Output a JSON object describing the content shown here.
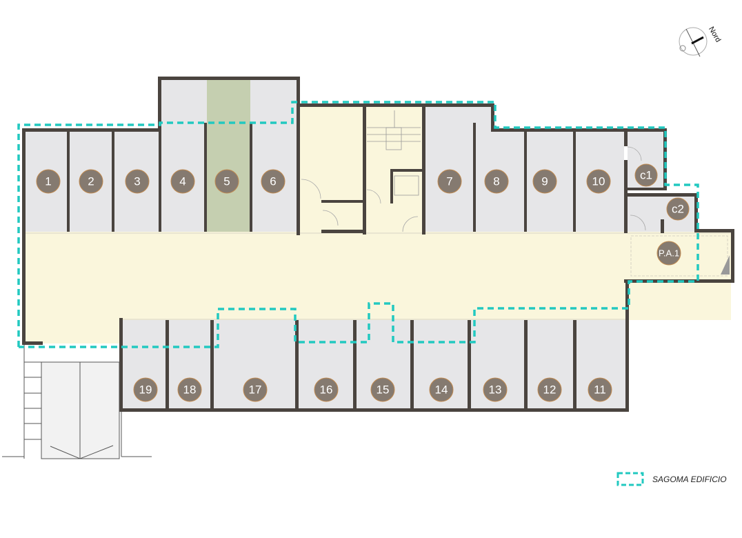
{
  "compass": {
    "label": "Nord"
  },
  "legend": {
    "outline_label": "SAGOMA EDIFICIO"
  },
  "colors": {
    "wall": "#4a443f",
    "box": "#e6e6e8",
    "corridor": "#faf6dc",
    "highlight_box": "#c5cfb0",
    "badge": "#857a70",
    "badge_border": "#c08a50",
    "outline": "#22c9c0"
  },
  "spaces": {
    "top": [
      "1",
      "2",
      "3",
      "4",
      "5",
      "6",
      "7",
      "8",
      "9",
      "10"
    ],
    "cellars": [
      "c1",
      "c2"
    ],
    "pa": "P.A.1",
    "bottom": [
      "19",
      "18",
      "17",
      "16",
      "15",
      "14",
      "13",
      "12",
      "11"
    ]
  },
  "highlighted_space": "5"
}
